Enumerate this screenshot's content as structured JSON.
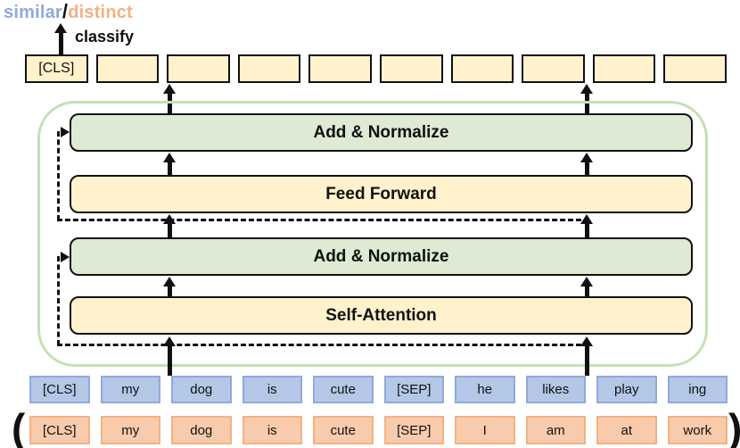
{
  "header": {
    "similar": "similar",
    "slash": "/",
    "distinct": "distinct",
    "classify": "classify"
  },
  "encoder": {
    "layers": [
      {
        "label": "Add & Normalize",
        "kind": "norm"
      },
      {
        "label": "Feed Forward",
        "kind": "ff"
      },
      {
        "label": "Add & Normalize",
        "kind": "norm"
      },
      {
        "label": "Self-Attention",
        "kind": "ff"
      }
    ]
  },
  "output_row": {
    "tokens": [
      "[CLS]",
      "",
      "",
      "",
      "",
      "",
      "",
      "",
      "",
      ""
    ]
  },
  "input": {
    "sentence_a_tokens": [
      "[CLS]",
      "my",
      "dog",
      "is",
      "cute",
      "[SEP]",
      "he",
      "likes",
      "play",
      "ing"
    ],
    "sentence_b_tokens": [
      "[CLS]",
      "my",
      "dog",
      "is",
      "cute",
      "[SEP]",
      "I",
      "am",
      "at",
      "work"
    ],
    "open_paren": "(",
    "close_paren": ")"
  },
  "colors": {
    "similar_blue": "#8FAADC",
    "distinct_orange": "#F4B183",
    "token_blue_fill": "#B4C7E7",
    "token_blue_border": "#8FAADC",
    "token_orange_fill": "#F8CBAD",
    "token_orange_border": "#F4B183",
    "bar_green_fill": "#DEEAD3",
    "bar_yellow_fill": "#FFF2CC",
    "container_border_green": "#C5E0B4",
    "arrow_black": "#111111"
  }
}
